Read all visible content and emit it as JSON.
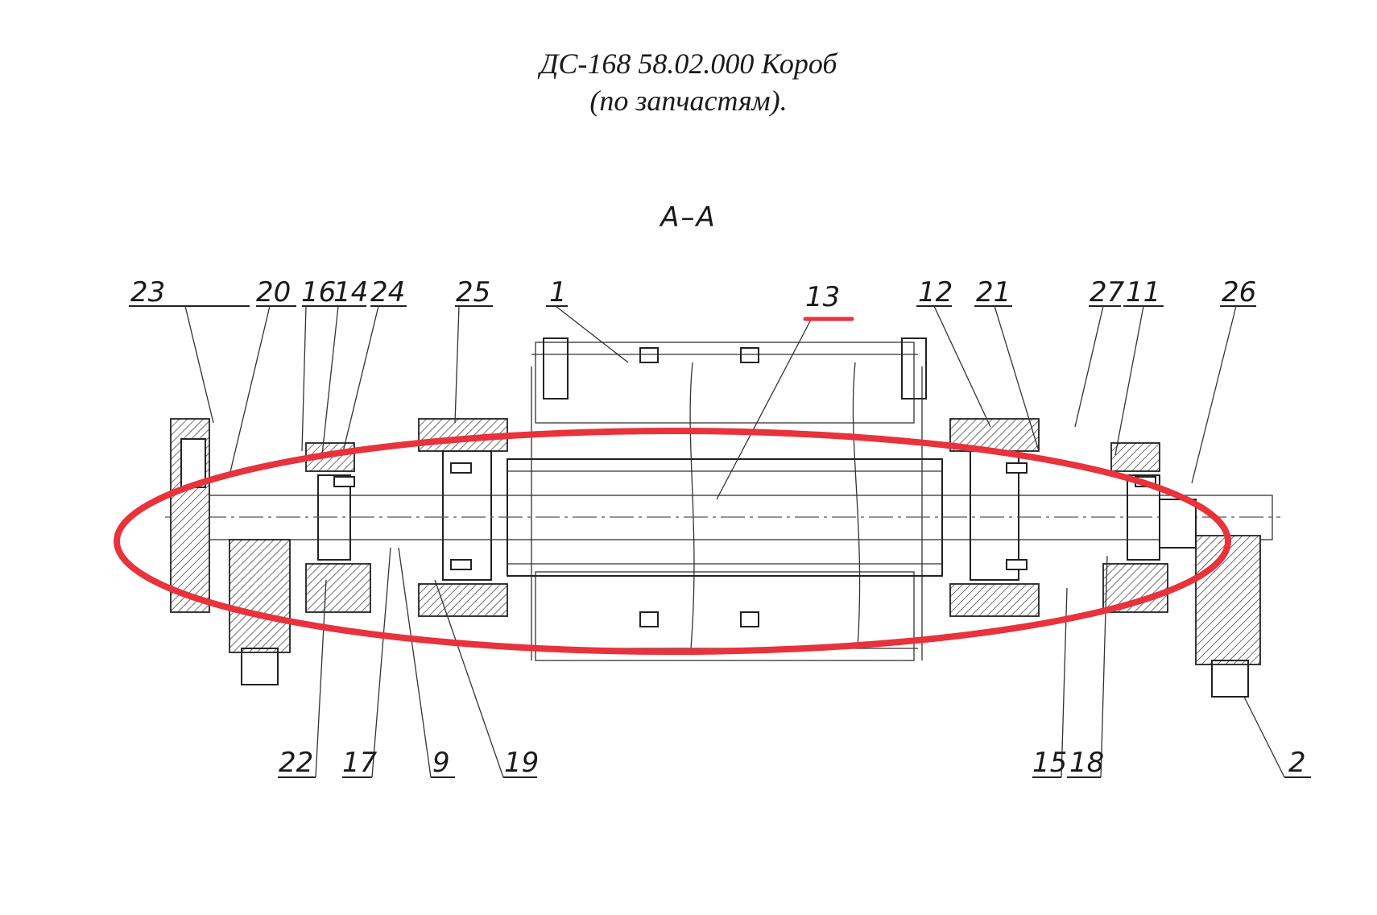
{
  "title_line1": "ДС-168 58.02.000 Короб",
  "title_line2": "(по запчастям).",
  "section_label": "А–А",
  "callouts": [
    {
      "id": "23",
      "label": "23"
    },
    {
      "id": "20",
      "label": "20"
    },
    {
      "id": "16",
      "label": "16"
    },
    {
      "id": "14",
      "label": "14"
    },
    {
      "id": "24",
      "label": "24"
    },
    {
      "id": "25top",
      "label": "25"
    },
    {
      "id": "1",
      "label": "1"
    },
    {
      "id": "13",
      "label": "13"
    },
    {
      "id": "12",
      "label": "12"
    },
    {
      "id": "21",
      "label": "21"
    },
    {
      "id": "27",
      "label": "27"
    },
    {
      "id": "11",
      "label": "11"
    },
    {
      "id": "26",
      "label": "26"
    },
    {
      "id": "22",
      "label": "22"
    },
    {
      "id": "17",
      "label": "17"
    },
    {
      "id": "9",
      "label": "9"
    },
    {
      "id": "25bottom",
      "label": "25"
    },
    {
      "id": "19",
      "label": "19"
    },
    {
      "id": "15",
      "label": "15"
    },
    {
      "id": "18",
      "label": "18"
    },
    {
      "id": "2",
      "label": "2"
    }
  ],
  "highlight_color": "#e8323c",
  "line_color": "#222222"
}
